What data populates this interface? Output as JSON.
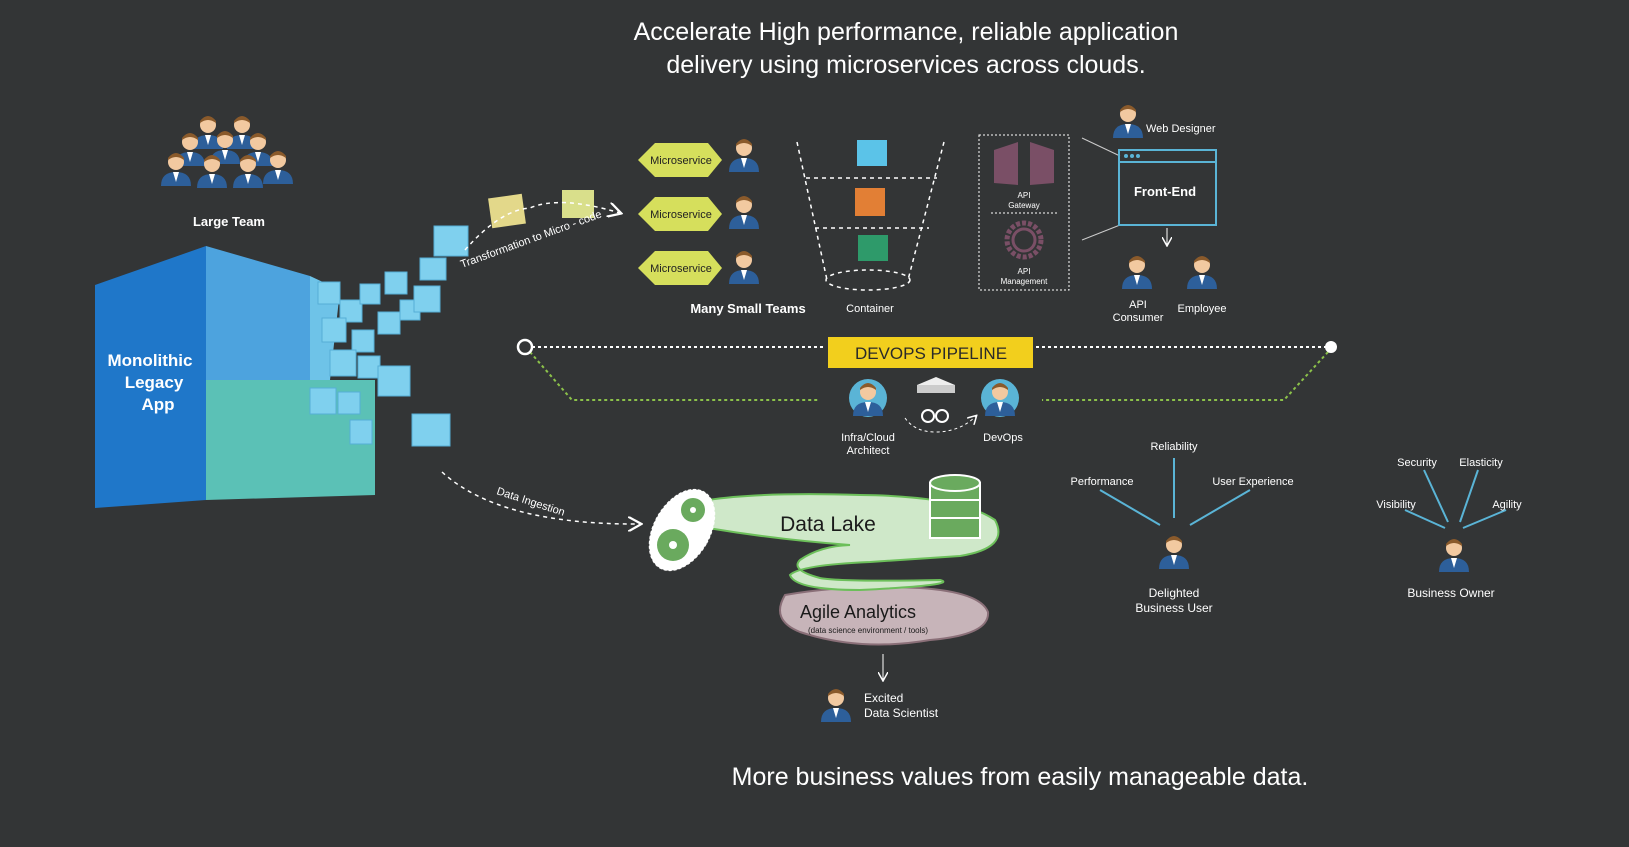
{
  "header": {
    "title_line1": "Accelerate High performance, reliable application",
    "title_line2": "delivery using microservices across clouds."
  },
  "footer": {
    "tagline": "More business values from easily manageable data."
  },
  "legacy": {
    "team_label": "Large Team",
    "app_line1": "Monolithic",
    "app_line2": "Legacy",
    "app_line3": "App",
    "transformation_label": "Transformation to Micro - code",
    "ingestion_label": "Data Ingestion"
  },
  "microservices": {
    "items": [
      "Microservice",
      "Microservice",
      "Microservice"
    ],
    "teams_label": "Many Small Teams",
    "container_label": "Container"
  },
  "api": {
    "gateway_line1": "API",
    "gateway_line2": "Gateway",
    "management_line1": "API",
    "management_line2": "Management"
  },
  "frontend": {
    "web_designer": "Web Designer",
    "box_label": "Front-End",
    "consumer_line1": "API",
    "consumer_line2": "Consumer",
    "employee": "Employee"
  },
  "devops": {
    "pipeline_label": "DEVOPS PIPELINE",
    "architect_line1": "Infra/Cloud",
    "architect_line2": "Architect",
    "devops_label": "DevOps"
  },
  "data": {
    "lake_label": "Data Lake",
    "analytics_label": "Agile Analytics",
    "analytics_sub": "(data science environment / tools)",
    "scientist_line1": "Excited",
    "scientist_line2": "Data Scientist"
  },
  "business_user": {
    "attributes": [
      "Reliability",
      "Performance",
      "User Experience"
    ],
    "line1": "Delighted",
    "line2": "Business User"
  },
  "business_owner": {
    "attributes": [
      "Security",
      "Elasticity",
      "Visibility",
      "Agility"
    ],
    "label": "Business Owner"
  },
  "colors": {
    "background": "#333536",
    "pipeline_yellow": "#f2cf1d",
    "microservice": "#d6df5c",
    "lake_green": "#cfe8c9",
    "analytics_mauve": "#c7b4b9",
    "frontend_blue": "#5ab4d6",
    "api_purple": "#7a4f66"
  }
}
